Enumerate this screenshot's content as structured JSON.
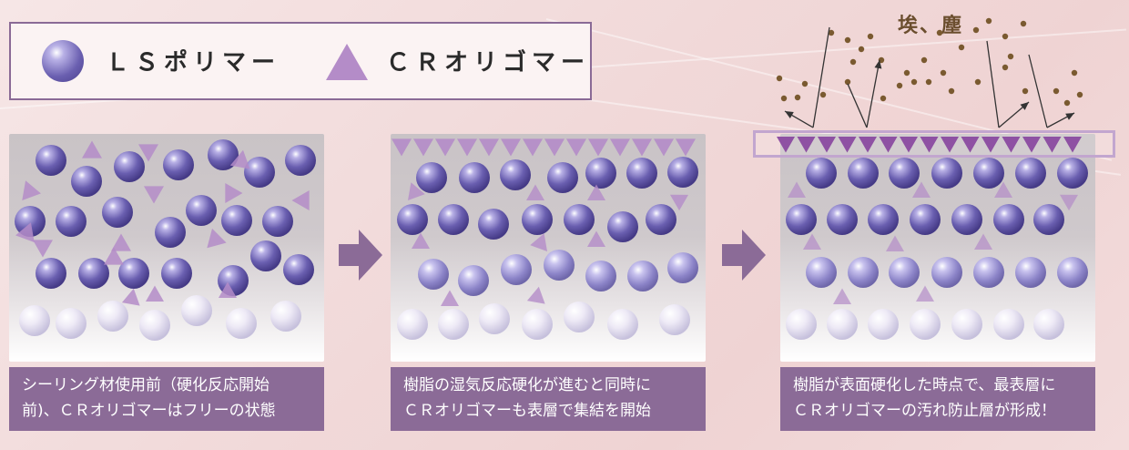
{
  "legend": {
    "ls_polymer_label": "ＬＳポリマー",
    "cr_oligomer_label": "ＣＲオリゴマー"
  },
  "dust_label": "埃、塵",
  "captions": [
    {
      "line1": "シーリング材使用前（硬化反応開始",
      "line2": "前)、ＣＲオリゴマーはフリーの状態"
    },
    {
      "line1": "樹脂の湿気反応硬化が進むと同時に",
      "line2": "ＣＲオリゴマーも表層で集結を開始"
    },
    {
      "line1": "樹脂が表面硬化した時点で、最表層に",
      "line2": "ＣＲオリゴマーの汚れ防止層が形成！"
    }
  ],
  "colors": {
    "sphere": "#6a5fb0",
    "triangle": "#b48cc8",
    "surface_triangle": "#8a4aa0",
    "arrow": "#8b6b97",
    "caption_bg": "#8b6b97",
    "dust": "#7a5a30",
    "legend_border": "#8a6a96"
  }
}
